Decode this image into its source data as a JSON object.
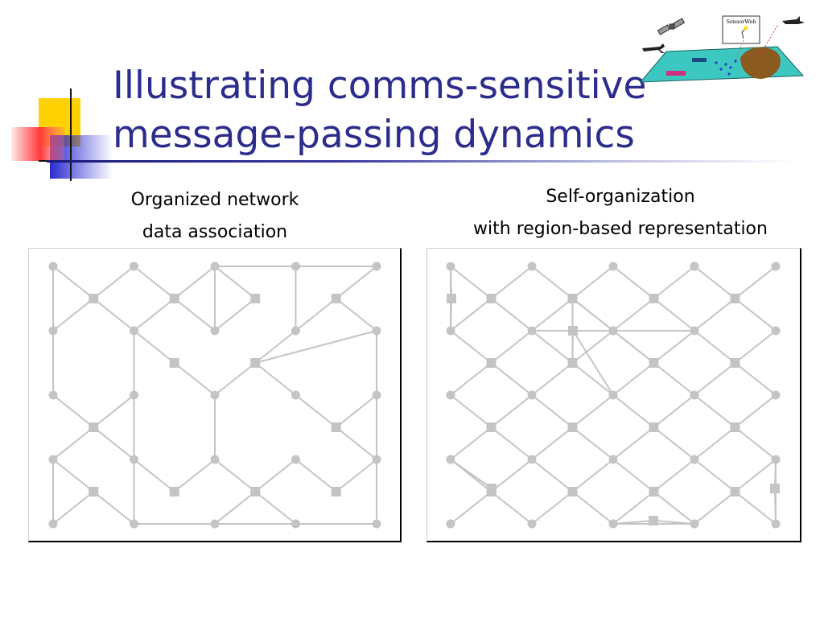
{
  "slide": {
    "title_lines": [
      "Illustrating comms-sensitive",
      "message-passing dynamics"
    ]
  },
  "left_panel": {
    "caption_lines": [
      "Organized network",
      "data association"
    ]
  },
  "right_panel": {
    "caption_lines": [
      "Self-organization",
      "with region-based representation"
    ]
  },
  "logo": {
    "label": "SensorWeb"
  },
  "colors": {
    "title": "#2c2c8c",
    "graph": "#c4c4c4",
    "deco_yellow": "#ffd100",
    "deco_blue": "#2a2ad0",
    "deco_red": "#ff2a2a"
  }
}
